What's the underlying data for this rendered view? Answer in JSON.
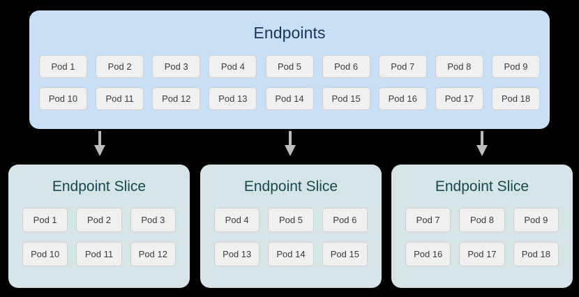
{
  "diagram": {
    "title": "Endpoints",
    "colors": {
      "endpoints_background": "#c9dff5",
      "endpoints_title_text": "#17365d",
      "slice_background": "#d4e4e7",
      "slice_title_text": "#17474f",
      "pod_chip_background": "#f0f0f0",
      "pod_chip_border": "#cfcfcf",
      "pod_chip_text": "#3b3b3b",
      "arrow": "#bcbcbc",
      "canvas_background": "#000000"
    }
  },
  "endpoints": {
    "title": "Endpoints",
    "rows": [
      [
        "Pod 1",
        "Pod 2",
        "Pod 3",
        "Pod 4",
        "Pod 5",
        "Pod 6",
        "Pod 7",
        "Pod 8",
        "Pod 9"
      ],
      [
        "Pod 10",
        "Pod 11",
        "Pod 12",
        "Pod 13",
        "Pod 14",
        "Pod 15",
        "Pod 16",
        "Pod 17",
        "Pod 18"
      ]
    ]
  },
  "arrows": [
    {
      "name": "arrow-to-slice-1"
    },
    {
      "name": "arrow-to-slice-2"
    },
    {
      "name": "arrow-to-slice-3"
    }
  ],
  "slices": [
    {
      "title": "Endpoint Slice",
      "rows": [
        [
          "Pod 1",
          "Pod 2",
          "Pod 3"
        ],
        [
          "Pod 10",
          "Pod 11",
          "Pod 12"
        ]
      ]
    },
    {
      "title": "Endpoint Slice",
      "rows": [
        [
          "Pod 4",
          "Pod 5",
          "Pod 6"
        ],
        [
          "Pod 13",
          "Pod 14",
          "Pod 15"
        ]
      ]
    },
    {
      "title": "Endpoint Slice",
      "rows": [
        [
          "Pod 7",
          "Pod 8",
          "Pod 9"
        ],
        [
          "Pod 16",
          "Pod 17",
          "Pod 18"
        ]
      ]
    }
  ]
}
